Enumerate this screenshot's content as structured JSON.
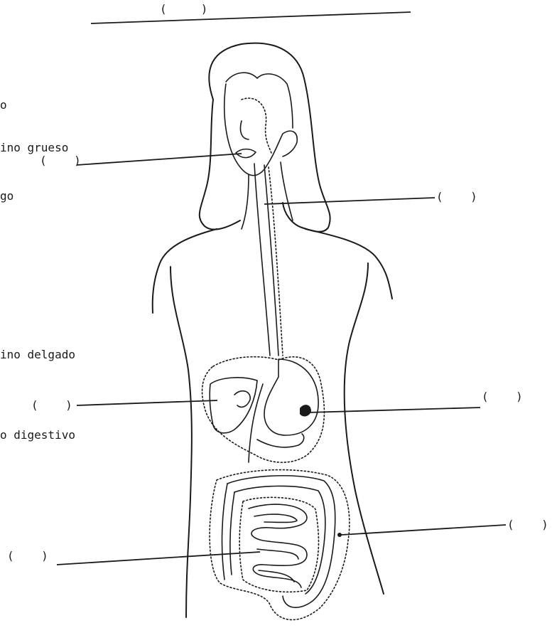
{
  "words": {
    "w1": "o",
    "w2": "ino grueso",
    "w3": "go",
    "w4": "ino delgado",
    "w5": "o digestivo"
  },
  "blanks": {
    "top": "(     )",
    "mouth": "(    )",
    "esophagus": "(    )",
    "liver": "(    )",
    "stomach": "(    )",
    "colon": "(    )",
    "small_intestine": "(    )"
  }
}
